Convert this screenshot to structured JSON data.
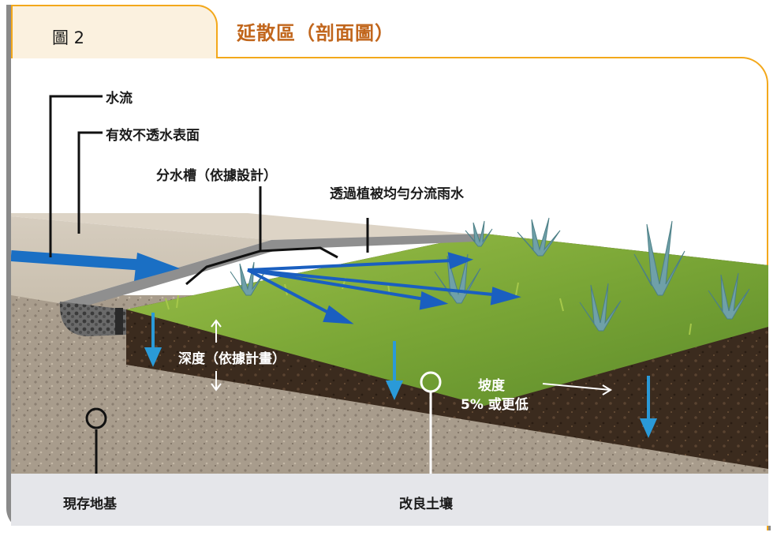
{
  "header": {
    "figure_label": "圖 2",
    "title": "延散區（剖面圖）"
  },
  "labels": {
    "water_flow": "水流",
    "impervious_surface": "有效不透水表面",
    "diversion_channel": "分水槽（依據設計）",
    "distribute_rain": "透過植被均勻分流雨水",
    "depth": "深度（依據計畫）",
    "slope_line1": "坡度",
    "slope_line2": "5% 或更低",
    "existing_subgrade": "現存地基",
    "amended_soil": "改良土壤"
  },
  "colors": {
    "accent_orange": "#f3a81b",
    "title_brown": "#c1661c",
    "flow_blue": "#1a6fc4",
    "infiltration_blue": "#2a9ad8",
    "soil_dark": "#3a2a1c",
    "grass_green": "#7fae3a"
  }
}
